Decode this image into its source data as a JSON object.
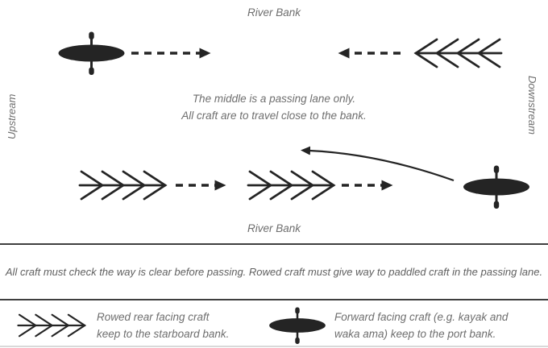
{
  "colors": {
    "craft": "#242424",
    "text": "#6e6e6e",
    "rule_text": "#606060",
    "divider": "#3f3f3f",
    "divider_light": "#d9d9d9"
  },
  "labels": {
    "river_bank_top": "River Bank",
    "river_bank_bottom": "River Bank",
    "upstream": "Upstream",
    "downstream": "Downstream"
  },
  "passing_note": {
    "line1": "The middle is a passing lane only.",
    "line2": "All craft are to travel close to the bank."
  },
  "rule_text": "All craft must check the way is clear before passing. Rowed craft must give way to paddled craft in the passing lane.",
  "legend": {
    "rowed_craft": {
      "icon": "rowed-craft-symbol",
      "line1": "Rowed rear facing craft",
      "line2": "keep to the starboard bank."
    },
    "forward_craft": {
      "icon": "kayak-symbol",
      "line1": "Forward facing craft (e.g. kayak and",
      "line2": "waka ama) keep to the port bank."
    }
  }
}
